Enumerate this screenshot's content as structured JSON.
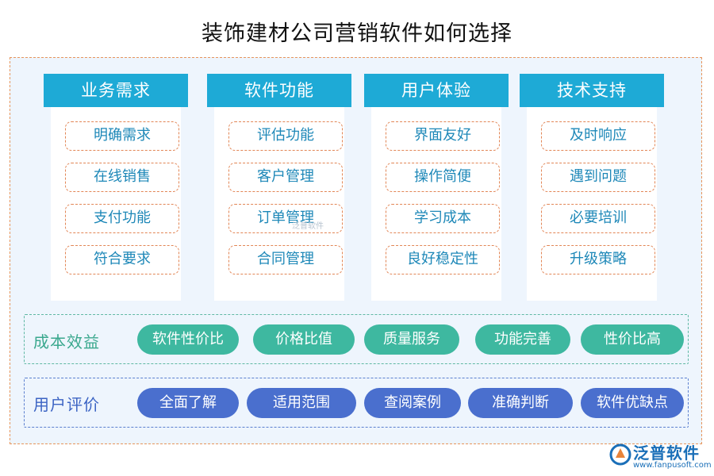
{
  "title": "装饰建材公司营销软件如何选择",
  "columns": [
    {
      "heading": "业务需求",
      "items": [
        "明确需求",
        "在线销售",
        "支付功能",
        "符合要求"
      ]
    },
    {
      "heading": "软件功能",
      "items": [
        "评估功能",
        "客户管理",
        "订单管理",
        "合同管理"
      ]
    },
    {
      "heading": "用户体验",
      "items": [
        "界面友好",
        "操作简便",
        "学习成本",
        "良好稳定性"
      ]
    },
    {
      "heading": "技术支持",
      "items": [
        "及时响应",
        "遇到问题",
        "必要培训",
        "升级策略"
      ]
    }
  ],
  "cost_band": {
    "label": "成本效益",
    "items": [
      "软件性价比",
      "价格比值",
      "质量服务",
      "功能完善",
      "性价比高"
    ]
  },
  "eval_band": {
    "label": "用户评价",
    "items": [
      "全面了解",
      "适用范围",
      "查阅案例",
      "准确判断",
      "软件优缺点"
    ]
  },
  "watermark": "泛普软件",
  "logo": {
    "name": "泛普软件",
    "url": "www.fanpusoft.com"
  },
  "colors": {
    "header": "#1eaad6",
    "item_border": "#e28656",
    "item_text": "#1e88b8",
    "outer_border": "#e7955c",
    "cost_pill": "#3eb8a0",
    "cost_label": "#3aa88e",
    "eval_pill": "#4a6fce",
    "eval_label": "#3c64c4"
  }
}
